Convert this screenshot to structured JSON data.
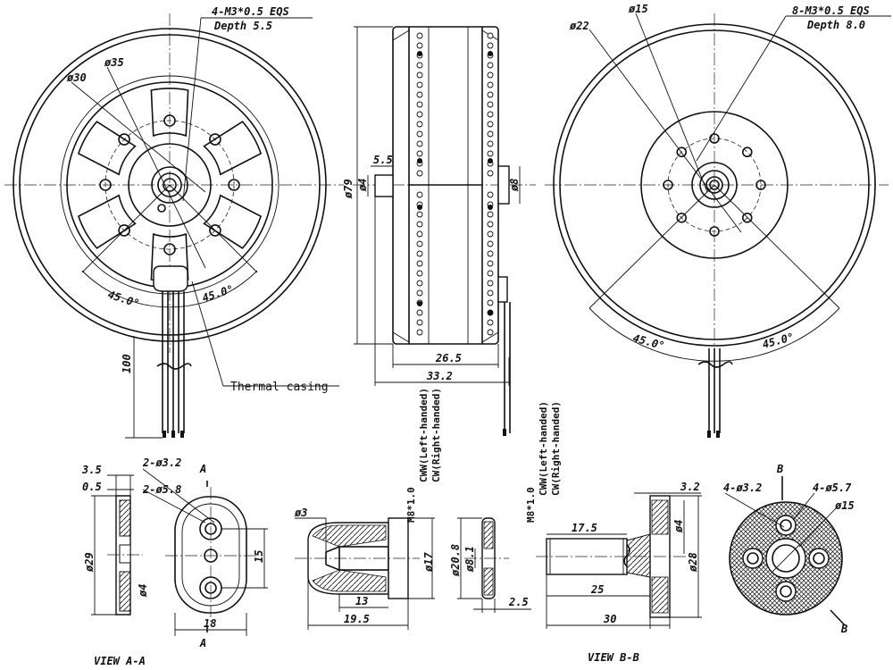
{
  "view1": {
    "thread_callout": "4-M3*0.5 EQS",
    "depth": "Depth 5.5",
    "dia_35": "ø35",
    "dia_30": "ø30",
    "angle_left": "45.0°",
    "angle_right": "45.0°",
    "lead_length": "100",
    "thermal_casing": "Thermal casing"
  },
  "side": {
    "dia_79": "ø79",
    "dim_5_5": "5.5",
    "dia_4": "ø4",
    "dia_8": "ø8",
    "dim_26_5": "26.5",
    "dim_33_2": "33.2"
  },
  "view2": {
    "dia_15": "ø15",
    "dia_22": "ø22",
    "thread_callout": "8-M3*0.5 EQS",
    "depth": "Depth 8.0",
    "angle_left": "45.0°",
    "angle_right": "45.0°"
  },
  "bottom": {
    "a_dim_3_5": "3.5",
    "a_dim_0_5": "0.5",
    "a_holes_small": "2-ø3.2",
    "a_holes_large": "2-ø5.8",
    "a_section_mark": "A",
    "a_dia_29": "ø29",
    "a_dia_4": "ø4",
    "a_dim_15": "15",
    "a_dim_18": "18",
    "view_aa": "VIEW A-A",
    "nut_dia_3": "ø3",
    "nut_thread": "M8*1.0",
    "nut_ccw": "CWW(Left-handed)",
    "nut_cw": "CW(Right-handed)",
    "nut_dia_17": "ø17",
    "nut_dim_13": "13",
    "nut_dim_19_5": "19.5",
    "washer_dia_20_8": "ø20.8",
    "washer_dia_8_1": "ø8.1",
    "washer_dim_2_5": "2.5",
    "shaft_thread": "M8*1.0",
    "shaft_ccw": "CWW(Left-handed)",
    "shaft_cw": "CW(Right-handed)",
    "shaft_dim_17_5": "17.5",
    "shaft_dim_3_2": "3.2",
    "shaft_dia_4": "ø4",
    "shaft_dia_28": "ø28",
    "shaft_dim_25": "25",
    "shaft_dim_30": "30",
    "view_bb": "VIEW B-B",
    "b_section_mark": "B",
    "b_holes_small": "4-ø3.2",
    "b_holes_large": "4-ø5.7",
    "b_dia_15": "ø15"
  }
}
